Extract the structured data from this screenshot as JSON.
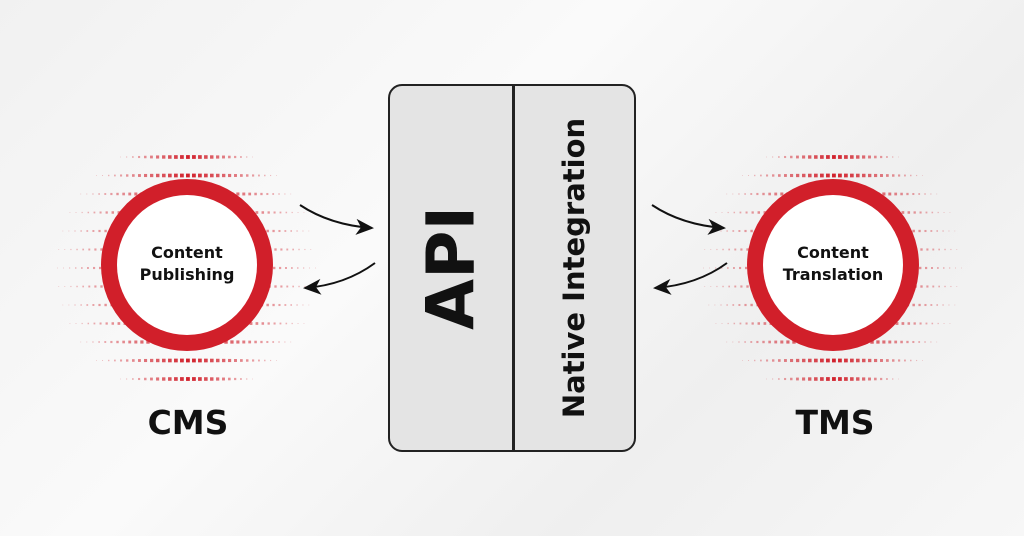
{
  "cms": {
    "circle_text": [
      "Content",
      "Publishing"
    ],
    "label": "CMS"
  },
  "tms": {
    "circle_text": [
      "Content",
      "Translation"
    ],
    "label": "TMS"
  },
  "integration_box": {
    "api_label": "API",
    "native_label": "Native Integration"
  },
  "colors": {
    "accent_red": "#d11f2a",
    "text": "#111111",
    "box_fill": "#e4e4e4"
  }
}
